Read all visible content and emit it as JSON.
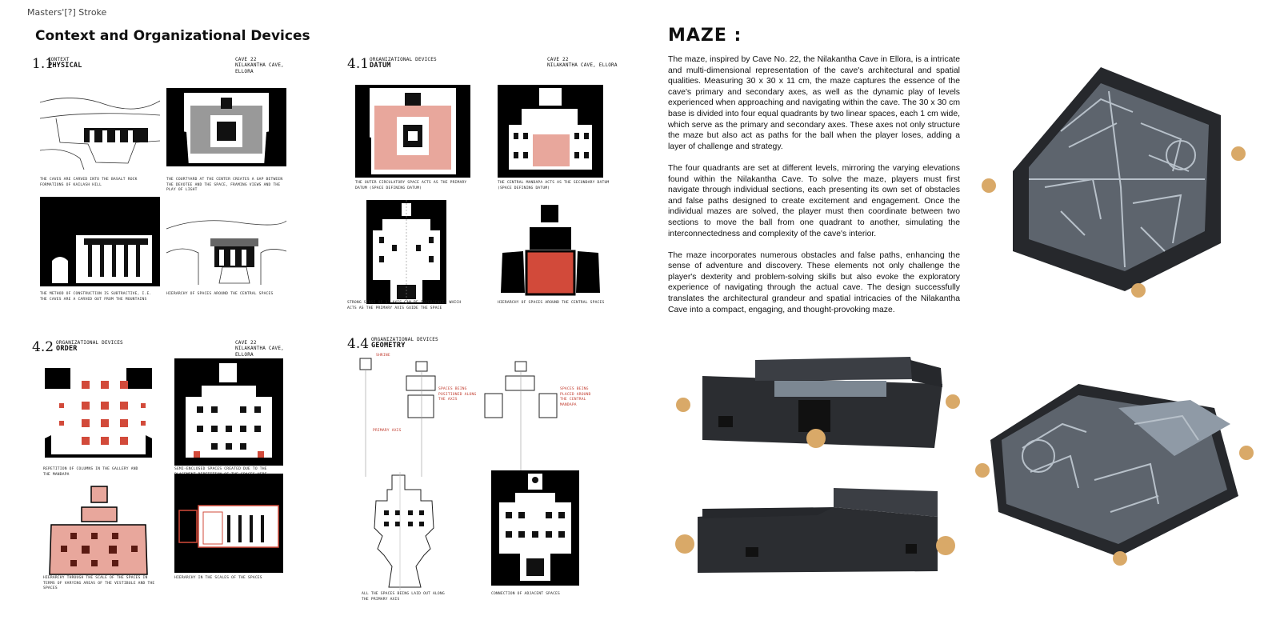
{
  "header": {
    "label": "Masters'[?] Stroke"
  },
  "left_title": "Context and Organizational Devices",
  "sections": {
    "s11": {
      "num": "1.1",
      "kicker": "CONTEXT",
      "name": "PHYSICAL",
      "cave_line1": "CAVE 22",
      "cave_line2": "NILAKANTHA CAVE, ELLORA",
      "cap_a": "THE CAVES ARE CARVED INTO THE BASALT ROCK FORMATIONS OF KAILASH HILL",
      "cap_b": "THE COURTYARD AT THE CENTER CREATES A GAP BETWEEN THE DEVOTEE AND THE SPACE, FRAMING VIEWS AND THE PLAY OF LIGHT",
      "cap_c": "THE METHOD OF CONSTRUCTION IS SUBTRACTIVE, I.E. THE CAVES ARE A CARVED OUT FROM THE MOUNTAINS",
      "cap_d": "HIERARCHY OF SPACES AROUND THE CENTRAL SPACES"
    },
    "s41": {
      "num": "4.1",
      "kicker": "ORGANIZATIONAL DEVICES",
      "name": "DATUM",
      "cave_line1": "CAVE 22",
      "cave_line2": "NILAKANTHA CAVE, ELLORA",
      "cap_a": "THE OUTER CIRCULATORY SPACE ACTS AS THE PRIMARY DATUM (SPACE DEFINING DATUM)",
      "cap_b": "THE CENTRAL MANDAPA ACTS AS THE SECONDARY DATUM (SPACE DEFINING DATUM)",
      "cap_c": "STRONG SENSE OF 1° AXIS CAN BE EXPERIENCED WHICH ACTS AS THE PRIMARY AXIS GUIDE THE SPACE",
      "cap_d": "HIERARCHY OF SPACES AROUND THE CENTRAL SPACES"
    },
    "s42": {
      "num": "4.2",
      "kicker": "ORGANIZATIONAL DEVICES",
      "name": "ORDER",
      "cave_line1": "CAVE 22",
      "cave_line2": "NILAKANTHA CAVE, ELLORA",
      "cap_a": "REPETITION OF COLUMNS IN THE GALLERY AND THE MANDAPA",
      "cap_b": "SEMI-ENCLOSED SPACES CREATED DUE TO THE PLACEMENT REPETITION OF THE SPACES HERE",
      "cap_c": "HIERARCHY THROUGH THE SCALE OF THE SPACES IN TERMS OF VARYING AREAS OF THE VESTIBULE AND THE SPACES",
      "cap_d": "HIERARCHY IN THE SCALES OF THE SPACES"
    },
    "s44": {
      "num": "4.4",
      "kicker": "ORGANIZATIONAL DEVICES",
      "name": "GEOMETRY",
      "red_a": "SHRINE",
      "red_b": "SPACES BEING POSITIONED ALONG THE AXIS",
      "red_c": "PRIMARY AXIS",
      "red_d": "SPACES BEING PLACED AROUND THE CENTRAL MANDAPA",
      "cap_a": "ALL THE SPACES BEING LAID OUT ALONG THE PRIMARY AXIS",
      "cap_b": "CONNECTION OF ADJACENT SPACES"
    }
  },
  "maze": {
    "title": "MAZE :",
    "p1": "The maze, inspired by Cave No. 22, the Nilakantha Cave in Ellora, is a intricate and multi-dimensional representation of the cave's architectural and spatial qualities. Measuring 30 x 30 x 11 cm, the maze captures the essence of the cave's primary and secondary axes, as well as the dynamic play of levels experienced when approaching and navigating within the cave. The 30 x 30 cm base is divided into four equal quadrants by two linear spaces, each 1 cm wide, which serve as the primary and secondary axes. These axes not only structure the maze but also act as paths for the ball when the player loses, adding a layer of challenge and strategy.",
    "p2": "The four quadrants are set at different levels, mirroring the varying elevations found within the Nilakantha Cave. To solve the maze, players must first navigate through individual sections, each presenting its own set of obstacles and false paths designed to create excitement and engagement. Once the individual mazes are solved, the player must then coordinate between two sections to move the ball from one quadrant to another, simulating the interconnectedness and complexity of the cave's interior.",
    "p3": "The maze incorporates numerous obstacles and false paths, enhancing the sense of adventure and discovery. These elements not only challenge the player's dexterity and problem-solving skills but also evoke the exploratory experience of navigating through the actual cave. The design successfully translates the architectural grandeur and spatial intricacies of the Nilakantha Cave into a compact, engaging, and thought-provoking maze."
  },
  "colors": {
    "accent_red": "#d24a3a",
    "pink": "#e8a79c",
    "model_dark": "#2b2d31",
    "glass": "#8f9aa6",
    "wood": "#d9a968"
  }
}
